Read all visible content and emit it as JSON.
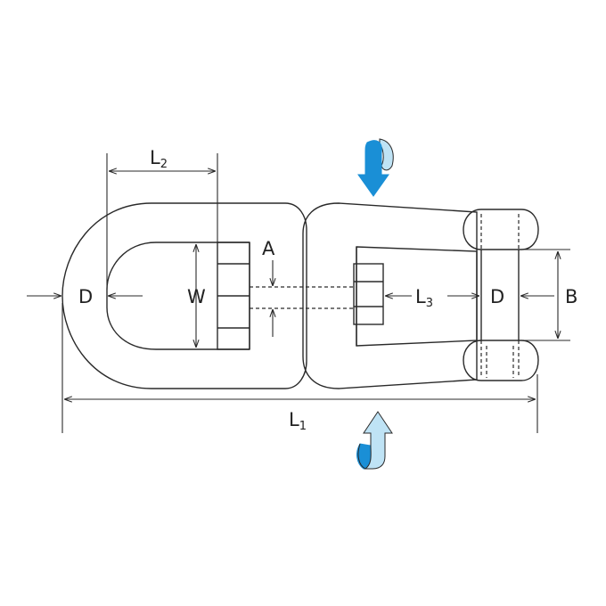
{
  "labels": {
    "L2": {
      "main": "L",
      "sub": "2"
    },
    "L1": {
      "main": "L",
      "sub": "1"
    },
    "L3": {
      "main": "L",
      "sub": "3"
    },
    "A": "A",
    "W": "W",
    "D_left": "D",
    "D_right": "D",
    "B": "B"
  },
  "colors": {
    "arrow_dark": "#1a8fd6",
    "arrow_light": "#bfe3f5",
    "line": "#2a2a2a"
  },
  "icons": {
    "top_arrow": "rotate-arrow-down-icon",
    "bottom_arrow": "rotate-arrow-up-icon"
  }
}
